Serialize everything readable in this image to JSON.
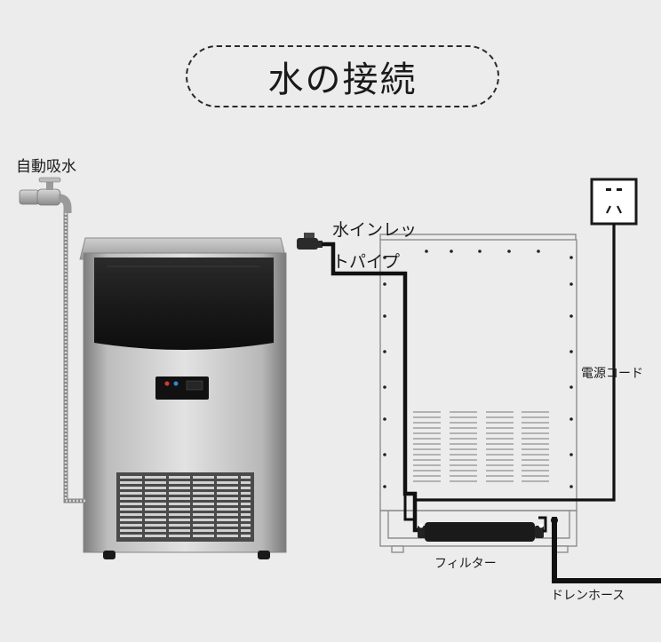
{
  "title": "水の接続",
  "labels": {
    "auto_water": "自動吸水",
    "inlet_line1": "水インレッ",
    "inlet_line2": "トパイプ",
    "power_cord": "電源コード",
    "filter": "フィルター",
    "drain_hose": "ドレンホース"
  },
  "colors": {
    "background": "#ececec",
    "pipe": "#111111",
    "outline": "#8e8e8e",
    "machine_steel": "#c4c4c4",
    "machine_dark": "#1c1c1c"
  }
}
